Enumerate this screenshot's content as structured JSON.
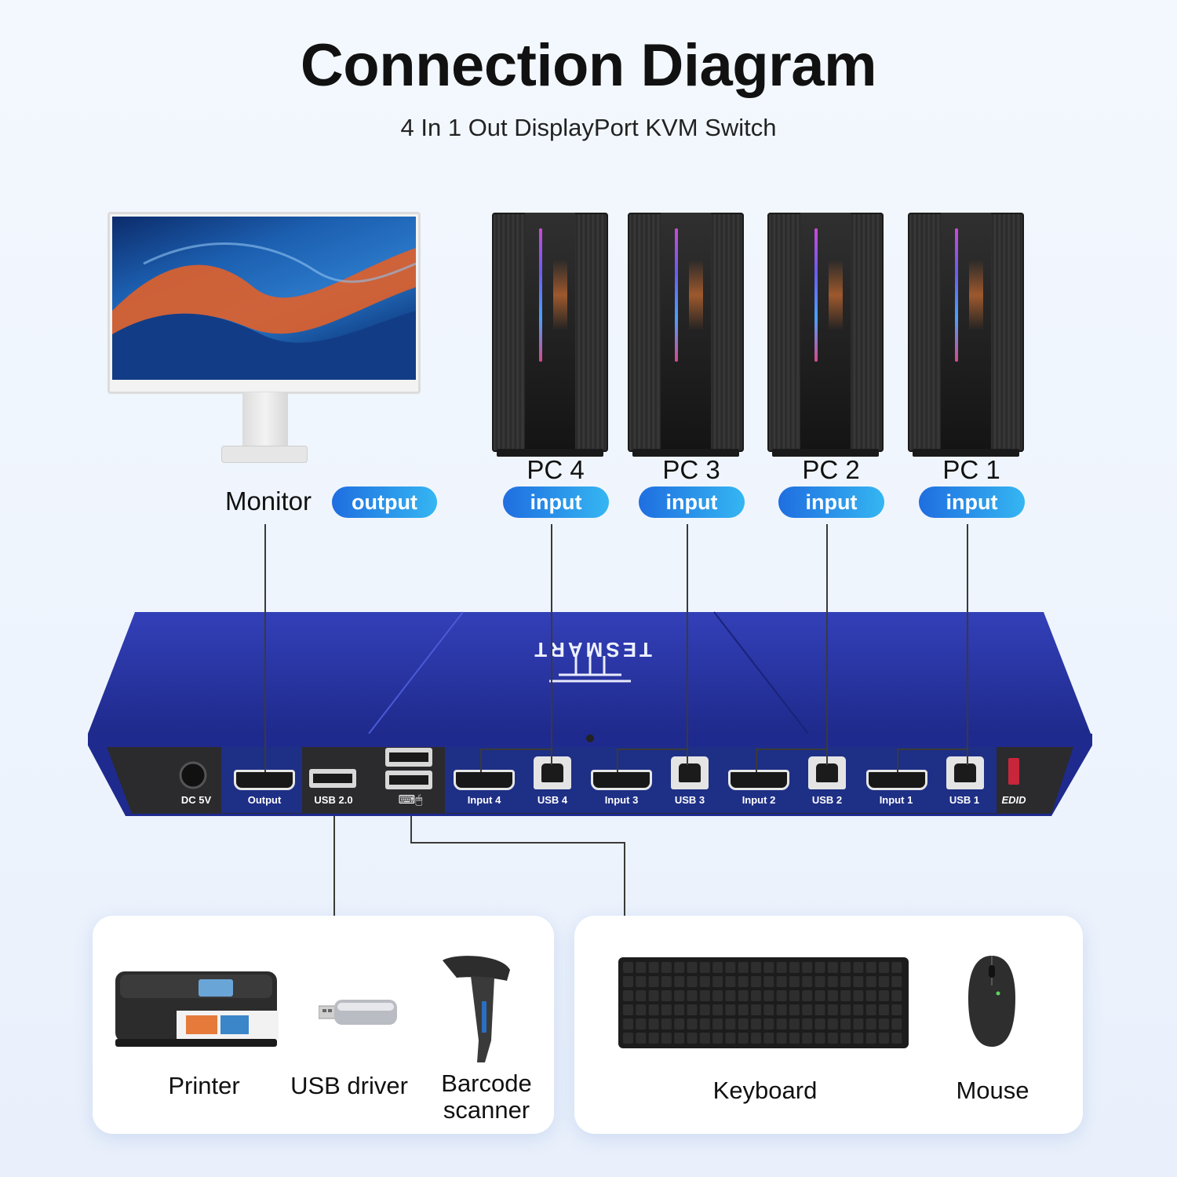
{
  "header": {
    "title": "Connection Diagram",
    "subtitle": "4 In 1 Out DisplayPort KVM Switch"
  },
  "monitor": {
    "label": "Monitor",
    "tag": "output"
  },
  "pcs": [
    {
      "label": "PC 4",
      "tag": "input"
    },
    {
      "label": "PC 3",
      "tag": "input"
    },
    {
      "label": "PC 2",
      "tag": "input"
    },
    {
      "label": "PC 1",
      "tag": "input"
    }
  ],
  "kvm": {
    "brand": "TESMART",
    "ports": {
      "dc": "DC 5V",
      "output": "Output",
      "usb20": "USB 2.0",
      "input4": "Input 4",
      "usb4": "USB 4",
      "input3": "Input 3",
      "usb3": "USB 3",
      "input2": "Input 2",
      "usb2": "USB 2",
      "input1": "Input 1",
      "usb1": "USB 1",
      "edid": "EDID"
    }
  },
  "peripherals_usb": [
    {
      "label": "Printer"
    },
    {
      "label": "USB driver"
    },
    {
      "label": "Barcode scanner"
    }
  ],
  "peripherals_hid": [
    {
      "label": "Keyboard"
    },
    {
      "label": "Mouse"
    }
  ],
  "colors": {
    "kvm_blue": "#2a35a8",
    "pill_start": "#1f6ee0",
    "pill_end": "#35b6f2"
  }
}
